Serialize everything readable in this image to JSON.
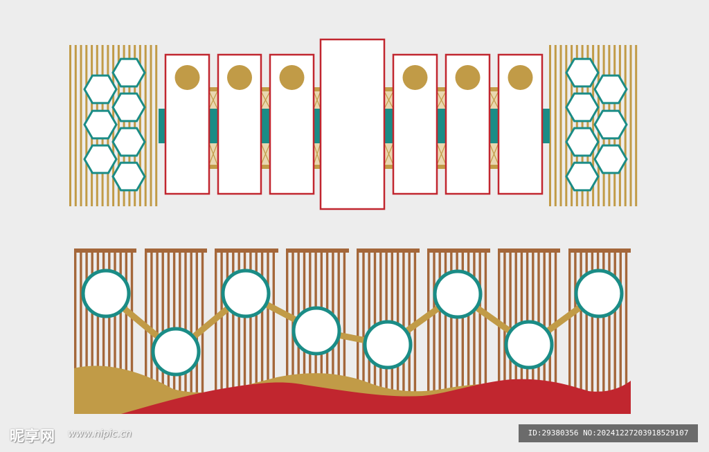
{
  "colors": {
    "background": "#ededed",
    "gold": "#c19b47",
    "teal": "#1a8c86",
    "red": "#c1262f",
    "brown": "#a4673a",
    "white": "#ffffff"
  },
  "top_panel": {
    "side_hexagons_per_side": 7,
    "photo_frame_count": 7,
    "center_frame_count": 1
  },
  "bottom_panel": {
    "stripe_section_count": 8,
    "timeline_node_count": 8
  },
  "watermark": {
    "logo_text": "昵享网",
    "url_text": "www.nipic.cn",
    "id_text": "ID:29380356 NO:20241227203918529107"
  }
}
